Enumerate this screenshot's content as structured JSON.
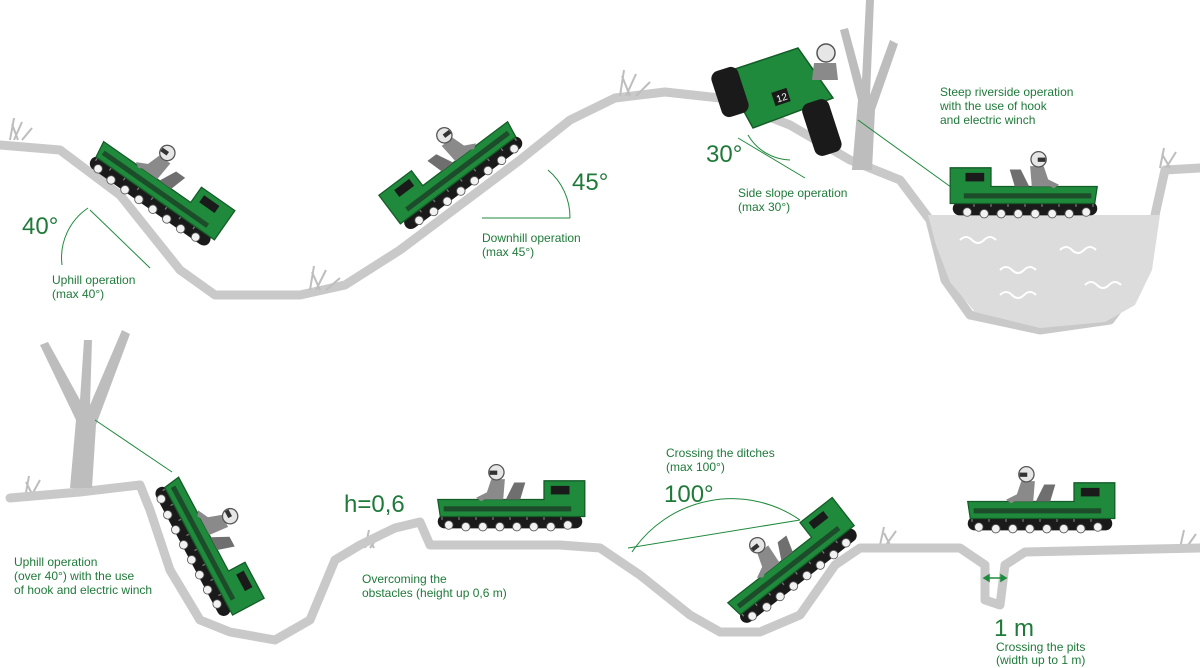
{
  "top_row": {
    "uphill": {
      "angle": "40°",
      "title": "Uphill operation",
      "limit": "(max 40°)"
    },
    "downhill": {
      "angle": "45°",
      "title": "Downhill operation",
      "limit": "(max 45°)"
    },
    "side_slope": {
      "angle": "30°",
      "title": "Side slope operation",
      "limit": "(max 30°)"
    },
    "riverside": {
      "line1": "Steep riverside operation",
      "line2": "with the use of hook",
      "line3": "and electric winch"
    }
  },
  "bottom_row": {
    "uphill_winch": {
      "line1": "Uphill operation",
      "line2": "(over 40°) with the use",
      "line3": "of hook and electric winch"
    },
    "obstacles": {
      "measure": "h=0,6",
      "line1": "Overcoming the",
      "line2": "obstacles (height up 0,6 m)"
    },
    "ditches": {
      "angle": "100°",
      "line1": "Crossing the ditches",
      "line2": "(max 100°)"
    },
    "pits": {
      "measure": "1 m",
      "line1": "Crossing the pits",
      "line2": "(width up to 1 m)"
    }
  },
  "vehicle_badge": "12",
  "colors": {
    "ground": "#c9c9c9",
    "tree": "#bdbdbd",
    "water": "#d6d6d6",
    "vehicle_green": "#1f8a3c",
    "vehicle_dark": "#1a1a1a",
    "track_wheel": "#f2f2f2",
    "driver": "#8a8a8a",
    "text_green": "#1f7a3a"
  }
}
